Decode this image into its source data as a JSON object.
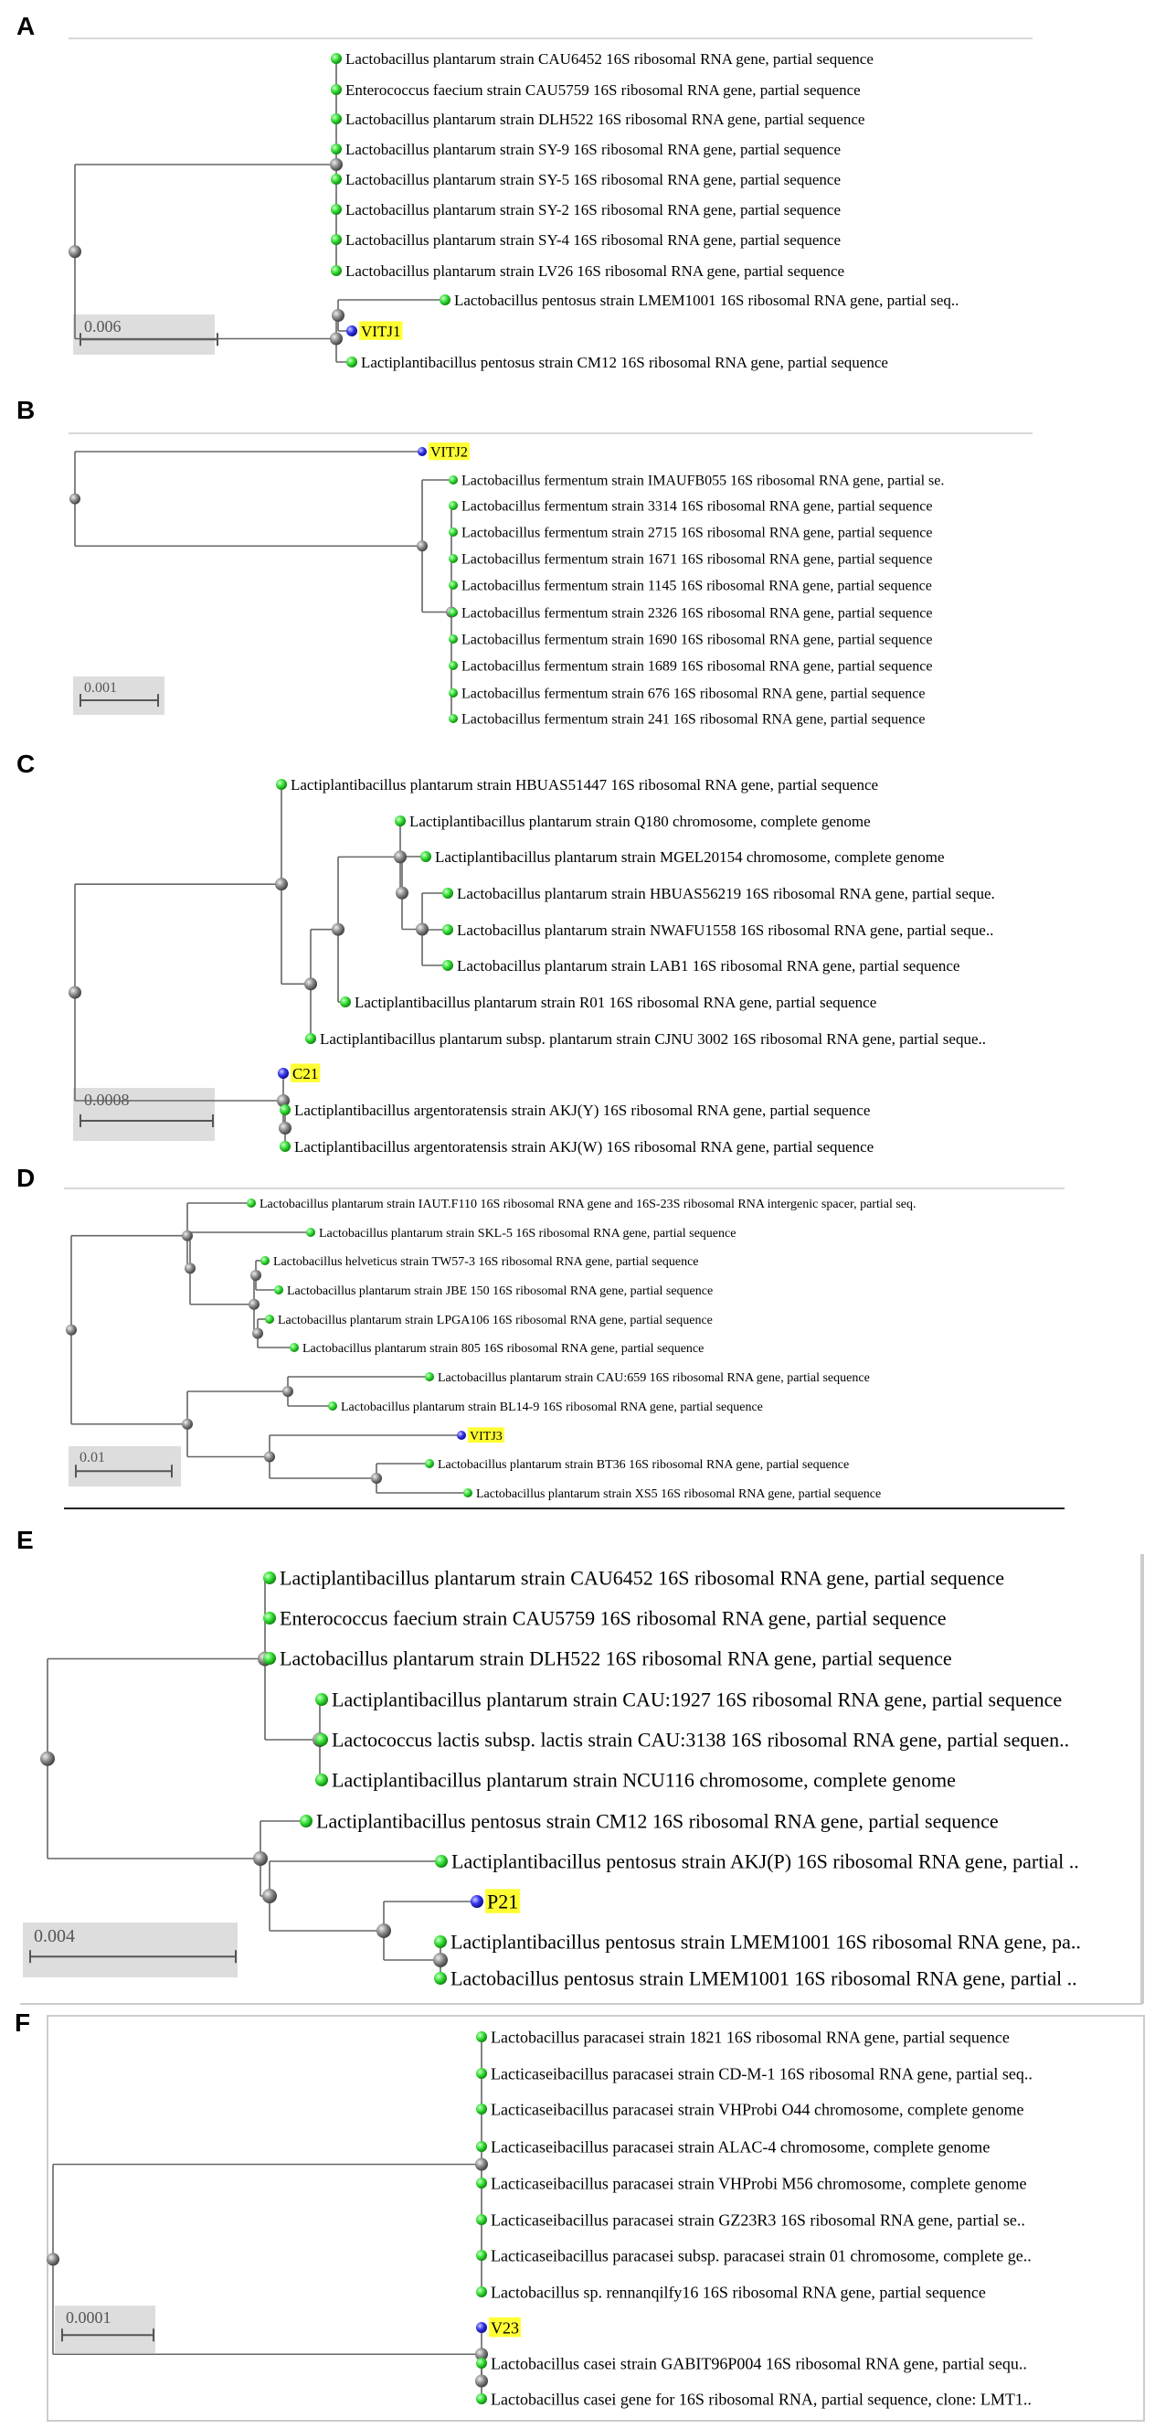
{
  "panels": [
    {
      "label": "A",
      "scale_text": "0.006",
      "leaves": [
        {
          "text": "Lactobacillus plantarum strain CAU6452 16S ribosomal RNA gene, partial sequence",
          "highlight": false
        },
        {
          "text": "Enterococcus faecium strain CAU5759 16S ribosomal RNA gene, partial sequence",
          "highlight": false
        },
        {
          "text": "Lactobacillus plantarum strain DLH522 16S ribosomal RNA gene, partial sequence",
          "highlight": false
        },
        {
          "text": "Lactobacillus plantarum strain SY-9 16S ribosomal RNA gene, partial sequence",
          "highlight": false
        },
        {
          "text": "Lactobacillus plantarum strain SY-5 16S ribosomal RNA gene, partial sequence",
          "highlight": false
        },
        {
          "text": "Lactobacillus plantarum strain SY-2 16S ribosomal RNA gene, partial sequence",
          "highlight": false
        },
        {
          "text": "Lactobacillus plantarum strain SY-4 16S ribosomal RNA gene, partial sequence",
          "highlight": false
        },
        {
          "text": "Lactobacillus plantarum strain LV26 16S ribosomal RNA gene, partial sequence",
          "highlight": false
        },
        {
          "text": "Lactobacillus pentosus strain LMEM1001 16S ribosomal RNA gene, partial seq..",
          "highlight": false
        },
        {
          "text": "VITJ1",
          "highlight": true
        },
        {
          "text": "Lactiplantibacillus pentosus strain CM12 16S ribosomal RNA gene, partial sequence",
          "highlight": false
        }
      ]
    },
    {
      "label": "B",
      "scale_text": "0.001",
      "leaves": [
        {
          "text": "VITJ2",
          "highlight": true
        },
        {
          "text": "Lactobacillus fermentum strain IMAUFB055 16S ribosomal RNA gene, partial se.",
          "highlight": false
        },
        {
          "text": "Lactobacillus fermentum strain 3314 16S ribosomal RNA gene, partial sequence",
          "highlight": false
        },
        {
          "text": "Lactobacillus fermentum strain 2715 16S ribosomal RNA gene, partial sequence",
          "highlight": false
        },
        {
          "text": "Lactobacillus fermentum strain 1671 16S ribosomal RNA gene, partial sequence",
          "highlight": false
        },
        {
          "text": "Lactobacillus fermentum strain 1145 16S ribosomal RNA gene, partial sequence",
          "highlight": false
        },
        {
          "text": "Lactobacillus fermentum strain 2326 16S ribosomal RNA gene, partial sequence",
          "highlight": false
        },
        {
          "text": "Lactobacillus fermentum strain 1690 16S ribosomal RNA gene, partial sequence",
          "highlight": false
        },
        {
          "text": "Lactobacillus fermentum strain 1689 16S ribosomal RNA gene, partial sequence",
          "highlight": false
        },
        {
          "text": "Lactobacillus fermentum strain 676 16S ribosomal RNA gene, partial sequence",
          "highlight": false
        },
        {
          "text": "Lactobacillus fermentum strain 241 16S ribosomal RNA gene, partial sequence",
          "highlight": false
        }
      ]
    },
    {
      "label": "C",
      "scale_text": "0.0008",
      "leaves": [
        {
          "text": "Lactiplantibacillus plantarum strain HBUAS51447 16S ribosomal RNA gene, partial sequence",
          "highlight": false
        },
        {
          "text": "Lactiplantibacillus plantarum strain Q180 chromosome, complete genome",
          "highlight": false
        },
        {
          "text": "Lactiplantibacillus plantarum strain MGEL20154 chromosome, complete genome",
          "highlight": false
        },
        {
          "text": "Lactobacillus plantarum strain HBUAS56219 16S ribosomal RNA gene, partial seque.",
          "highlight": false
        },
        {
          "text": "Lactobacillus plantarum strain NWAFU1558 16S ribosomal RNA gene, partial seque..",
          "highlight": false
        },
        {
          "text": "Lactobacillus plantarum strain LAB1 16S ribosomal RNA gene, partial sequence",
          "highlight": false
        },
        {
          "text": "Lactiplantibacillus plantarum strain R01 16S ribosomal RNA gene, partial sequence",
          "highlight": false
        },
        {
          "text": "Lactiplantibacillus plantarum subsp. plantarum strain CJNU 3002 16S ribosomal RNA gene, partial seque..",
          "highlight": false
        },
        {
          "text": "C21",
          "highlight": true
        },
        {
          "text": "Lactiplantibacillus argentoratensis strain AKJ(Y) 16S ribosomal RNA gene, partial sequence",
          "highlight": false
        },
        {
          "text": "Lactiplantibacillus argentoratensis strain AKJ(W) 16S ribosomal RNA gene, partial sequence",
          "highlight": false
        }
      ]
    },
    {
      "label": "D",
      "scale_text": "0.01",
      "leaves": [
        {
          "text": "Lactobacillus plantarum strain IAUT.F110 16S ribosomal RNA gene and 16S-23S ribosomal RNA intergenic spacer, partial seq.",
          "highlight": false
        },
        {
          "text": "Lactobacillus plantarum strain SKL-5 16S ribosomal RNA gene, partial sequence",
          "highlight": false
        },
        {
          "text": "Lactobacillus helveticus strain TW57-3 16S ribosomal RNA gene, partial sequence",
          "highlight": false
        },
        {
          "text": "Lactobacillus plantarum strain JBE 150 16S ribosomal RNA gene, partial sequence",
          "highlight": false
        },
        {
          "text": "Lactobacillus plantarum strain LPGA106 16S ribosomal RNA gene, partial sequence",
          "highlight": false
        },
        {
          "text": "Lactobacillus plantarum strain 805 16S ribosomal RNA gene, partial sequence",
          "highlight": false
        },
        {
          "text": "Lactobacillus plantarum strain CAU:659 16S ribosomal RNA gene, partial sequence",
          "highlight": false
        },
        {
          "text": "Lactobacillus plantarum strain BL14-9 16S ribosomal RNA gene, partial sequence",
          "highlight": false
        },
        {
          "text": "VITJ3",
          "highlight": true
        },
        {
          "text": "Lactobacillus plantarum strain BT36 16S ribosomal RNA gene, partial sequence",
          "highlight": false
        },
        {
          "text": "Lactobacillus plantarum strain XS5 16S ribosomal RNA gene, partial sequence",
          "highlight": false
        }
      ]
    },
    {
      "label": "E",
      "scale_text": "0.004",
      "leaves": [
        {
          "text": "Lactiplantibacillus plantarum strain CAU6452 16S ribosomal RNA gene, partial sequence",
          "highlight": false
        },
        {
          "text": "Enterococcus faecium strain CAU5759 16S ribosomal RNA gene, partial sequence",
          "highlight": false
        },
        {
          "text": "Lactobacillus plantarum strain DLH522 16S ribosomal RNA gene, partial sequence",
          "highlight": false
        },
        {
          "text": "Lactiplantibacillus plantarum strain CAU:1927 16S ribosomal RNA gene, partial sequence",
          "highlight": false
        },
        {
          "text": "Lactococcus lactis subsp. lactis strain CAU:3138 16S ribosomal RNA gene, partial sequen..",
          "highlight": false
        },
        {
          "text": "Lactiplantibacillus plantarum strain NCU116 chromosome, complete genome",
          "highlight": false
        },
        {
          "text": "Lactiplantibacillus pentosus strain CM12 16S ribosomal RNA gene, partial sequence",
          "highlight": false
        },
        {
          "text": "Lactiplantibacillus pentosus strain AKJ(P) 16S ribosomal RNA gene, partial ..",
          "highlight": false
        },
        {
          "text": "P21",
          "highlight": true
        },
        {
          "text": "Lactiplantibacillus pentosus strain LMEM1001 16S ribosomal RNA gene, pa..",
          "highlight": false
        },
        {
          "text": "Lactobacillus pentosus strain LMEM1001 16S ribosomal RNA gene, partial ..",
          "highlight": false
        }
      ]
    },
    {
      "label": "F",
      "scale_text": "0.0001",
      "leaves": [
        {
          "text": "Lactobacillus paracasei strain 1821 16S ribosomal RNA gene, partial sequence",
          "highlight": false
        },
        {
          "text": "Lacticaseibacillus paracasei strain CD-M-1 16S ribosomal RNA gene, partial seq..",
          "highlight": false
        },
        {
          "text": "Lacticaseibacillus paracasei strain VHProbi O44 chromosome, complete genome",
          "highlight": false
        },
        {
          "text": "Lacticaseibacillus paracasei strain ALAC-4 chromosome, complete genome",
          "highlight": false
        },
        {
          "text": "Lacticaseibacillus paracasei strain VHProbi M56 chromosome, complete genome",
          "highlight": false
        },
        {
          "text": "Lacticaseibacillus paracasei strain GZ23R3 16S ribosomal RNA gene, partial se..",
          "highlight": false
        },
        {
          "text": "Lacticaseibacillus paracasei subsp. paracasei strain 01 chromosome, complete ge..",
          "highlight": false
        },
        {
          "text": "Lactobacillus sp. rennanqilfy16 16S ribosomal RNA gene, partial sequence",
          "highlight": false
        },
        {
          "text": "V23",
          "highlight": true
        },
        {
          "text": "Lactobacillus casei strain GABIT96P004 16S ribosomal RNA gene, partial sequ..",
          "highlight": false
        },
        {
          "text": "Lactobacillus casei gene for 16S ribosomal RNA, partial sequence, clone: LMT1..",
          "highlight": false
        }
      ]
    }
  ],
  "colors": {
    "leaf_node": "#33dd33",
    "query_node": "#3333ee",
    "internal_node": "#888888",
    "highlight": "#ffff33",
    "branch": "#666666"
  }
}
